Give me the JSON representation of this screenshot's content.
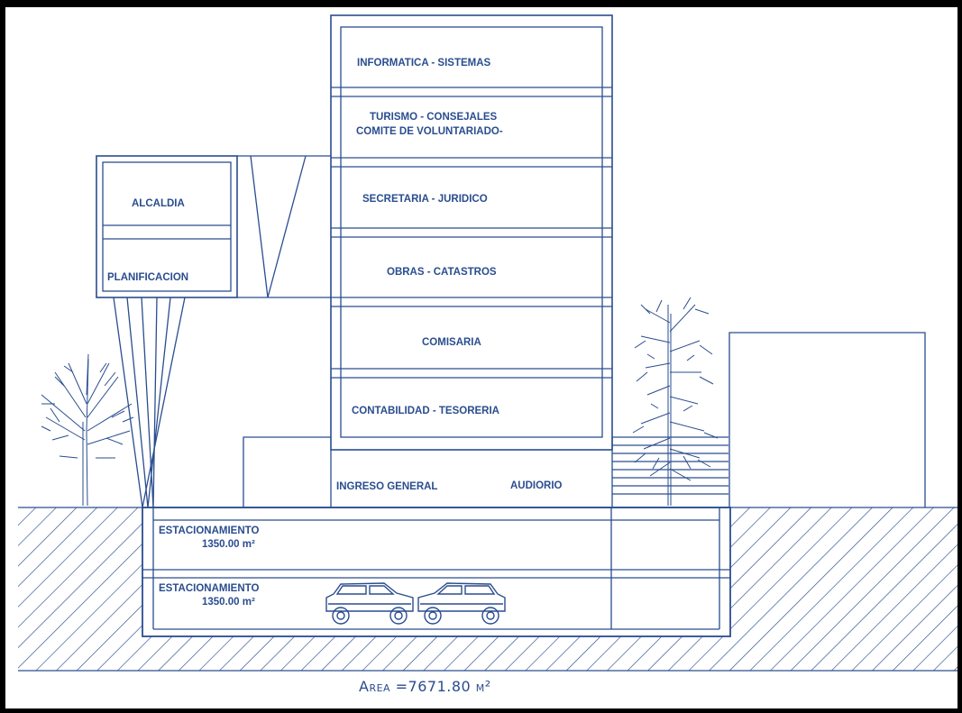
{
  "drawing": {
    "floors": [
      {
        "id": "informatica",
        "label": "INFORMATICA - SISTEMAS"
      },
      {
        "id": "turismo",
        "line1": "TURISMO - CONSEJALES",
        "line2": "COMITE DE VOLUNTARIADO-"
      },
      {
        "id": "secretaria",
        "label": "SECRETARIA - JURIDICO"
      },
      {
        "id": "obras",
        "label": "OBRAS - CATASTROS"
      },
      {
        "id": "comisaria",
        "label": "COMISARIA"
      },
      {
        "id": "contabilidad",
        "label": "CONTABILIDAD - TESORERIA"
      }
    ],
    "annex": {
      "upper": "ALCALDIA",
      "lower": "PLANIFICACION"
    },
    "ground": {
      "entrance": "INGRESO GENERAL",
      "auditorium": "AUDIORIO"
    },
    "basements": [
      {
        "label": "ESTACIONAMIENTO",
        "area": "1350.00 m²"
      },
      {
        "label": "ESTACIONAMIENTO",
        "area": "1350.00 m²"
      }
    ],
    "total_area": "Area =7671.80 m²",
    "colors": {
      "line": "#2a4d8f",
      "paper": "#ffffff",
      "frame": "#000000"
    },
    "icons": [
      "tree-icon",
      "car-icon"
    ]
  }
}
